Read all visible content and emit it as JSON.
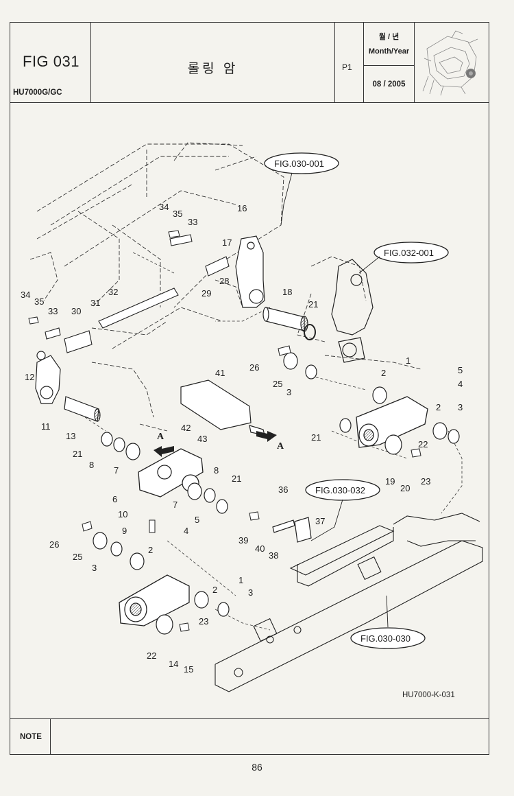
{
  "header": {
    "fig_no": "FIG 031",
    "model": "HU7000G/GC",
    "title": "롤링 암",
    "page": "P1",
    "month_year_korean": "월 / 년",
    "month_year_label": "Month/Year",
    "date": "08 / 2005"
  },
  "diagram": {
    "references": [
      "FIG.030-001",
      "FIG.032-001",
      "FIG.030-032",
      "FIG.030-030"
    ],
    "section_marker": "A",
    "drawing_code": "HU7000-K-031",
    "callouts": [
      "1",
      "2",
      "3",
      "4",
      "5",
      "6",
      "7",
      "8",
      "9",
      "10",
      "11",
      "12",
      "13",
      "14",
      "15",
      "16",
      "17",
      "18",
      "19",
      "20",
      "21",
      "22",
      "23",
      "25",
      "26",
      "28",
      "29",
      "30",
      "31",
      "32",
      "33",
      "34",
      "35",
      "36",
      "37",
      "38",
      "39",
      "40",
      "41",
      "42",
      "43"
    ]
  },
  "footer": {
    "note_label": "NOTE",
    "page_number": "86"
  }
}
